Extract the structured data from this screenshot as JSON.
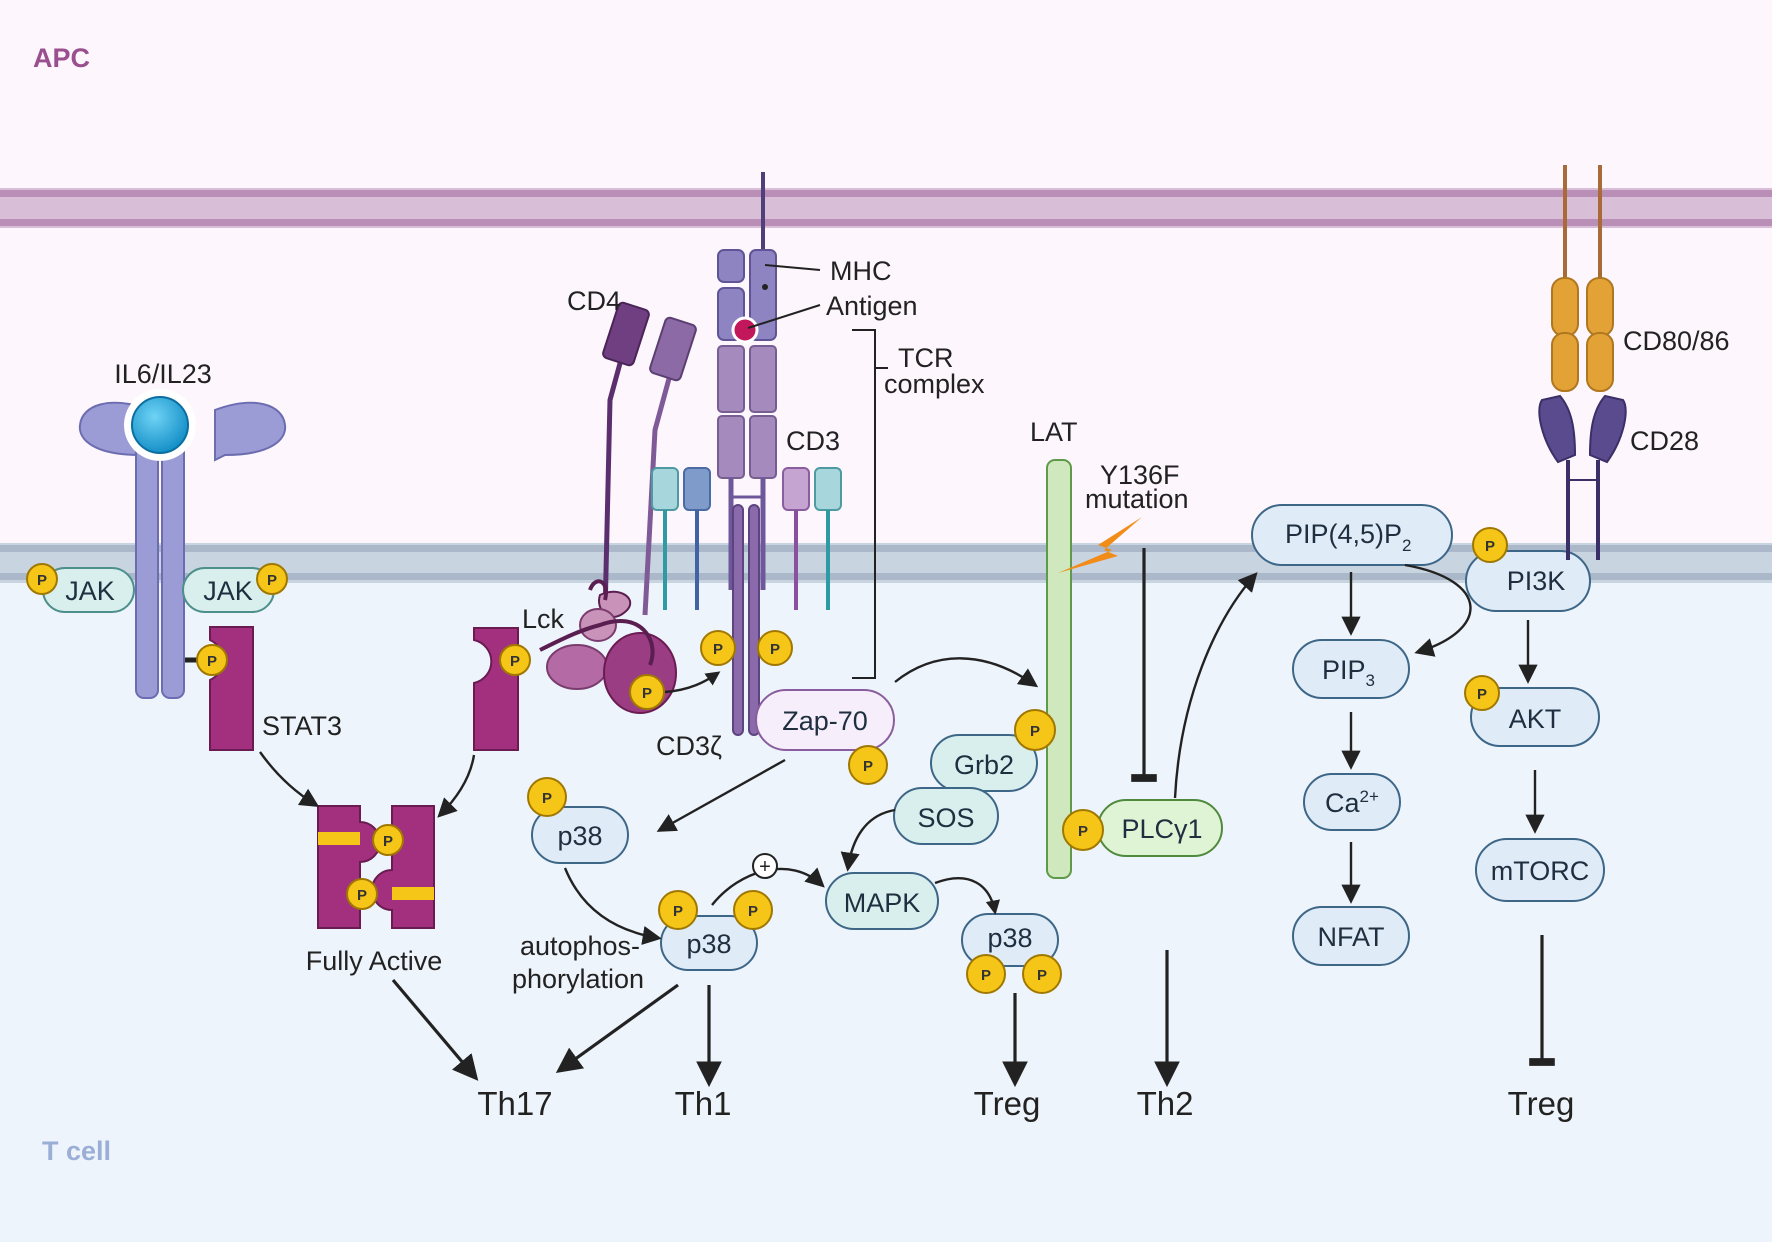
{
  "regions": {
    "apc": "APC",
    "tcell": "T cell"
  },
  "colors": {
    "apc_bg": "#fdf7fd",
    "tcell_bg": "#eef4fb",
    "apc_membrane": "#c9a1c7",
    "tcell_membrane": "#b4c2d2",
    "phospho": "#f5c518",
    "stat": "#a3307f",
    "cd4": "#6f3f82",
    "mhc": "#8f84c2",
    "tcr": "#a48abd",
    "lat": "#cfe8bd",
    "cd80": "#e2a236",
    "cd28": "#5a4b8f",
    "pill_blue": "#dfecf8",
    "pill_teal": "#d9efee",
    "pill_green": "#dff3d5",
    "zap70": "#f6eefa"
  },
  "phospho_label": "P",
  "plus_symbol": "+",
  "labels": {
    "il6_il23": "IL6/IL23",
    "jak_left": "JAK",
    "jak_right": "JAK",
    "stat3": "STAT3",
    "fully_active": "Fully Active",
    "cd4": "CD4",
    "lck": "Lck",
    "mhc": "MHC",
    "antigen": "Antigen",
    "tcr_line1": "TCR",
    "tcr_line2": "complex",
    "cd3": "CD3",
    "cd3zeta": "CD3ζ",
    "zap70": "Zap-70",
    "lat": "LAT",
    "mutation_line1": "Y136F",
    "mutation_line2": "mutation",
    "grb2": "Grb2",
    "sos": "SOS",
    "plcg1": "PLCγ1",
    "mapk": "MAPK",
    "p38_a": "p38",
    "p38_b": "p38",
    "p38_c": "p38",
    "autophos_line1": "autophos-",
    "autophos_line2": "phorylation",
    "pip2_main": "PIP(4,5)P",
    "pip2_sub": "2",
    "pip3_main": "PIP",
    "pip3_sub": "3",
    "ca_main": "Ca",
    "ca_sup": "2+",
    "nfat": "NFAT",
    "pi3k": "PI3K",
    "akt": "AKT",
    "mtorc": "mTORC",
    "cd80_86": "CD80/86",
    "cd28": "CD28"
  },
  "outcomes": {
    "th17": "Th17",
    "th1": "Th1",
    "treg_mapk": "Treg",
    "th2": "Th2",
    "treg_mtorc": "Treg"
  }
}
